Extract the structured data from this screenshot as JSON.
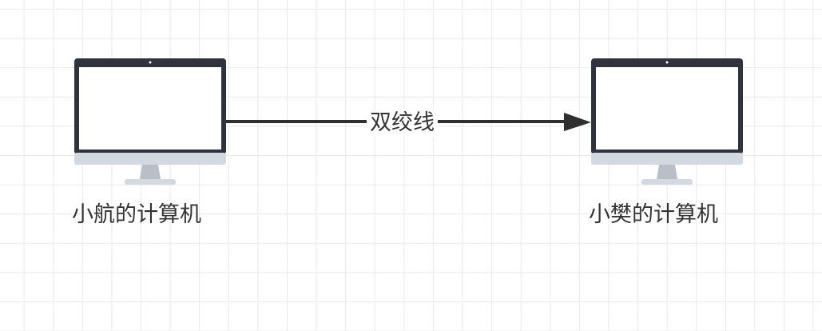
{
  "nodes": {
    "left": {
      "label": "小航的计算机",
      "icon": "desktop-computer-icon"
    },
    "right": {
      "label": "小樊的计算机",
      "icon": "desktop-computer-icon"
    }
  },
  "edge": {
    "label": "双绞线",
    "arrow": "right"
  },
  "colors": {
    "monitor_frame": "#2f333b",
    "monitor_chin": "#d3d9e1",
    "monitor_stand": "#b9bfc6",
    "edge_line": "#2f2f2f",
    "text": "#333333",
    "grid": "#e9e9e9"
  }
}
